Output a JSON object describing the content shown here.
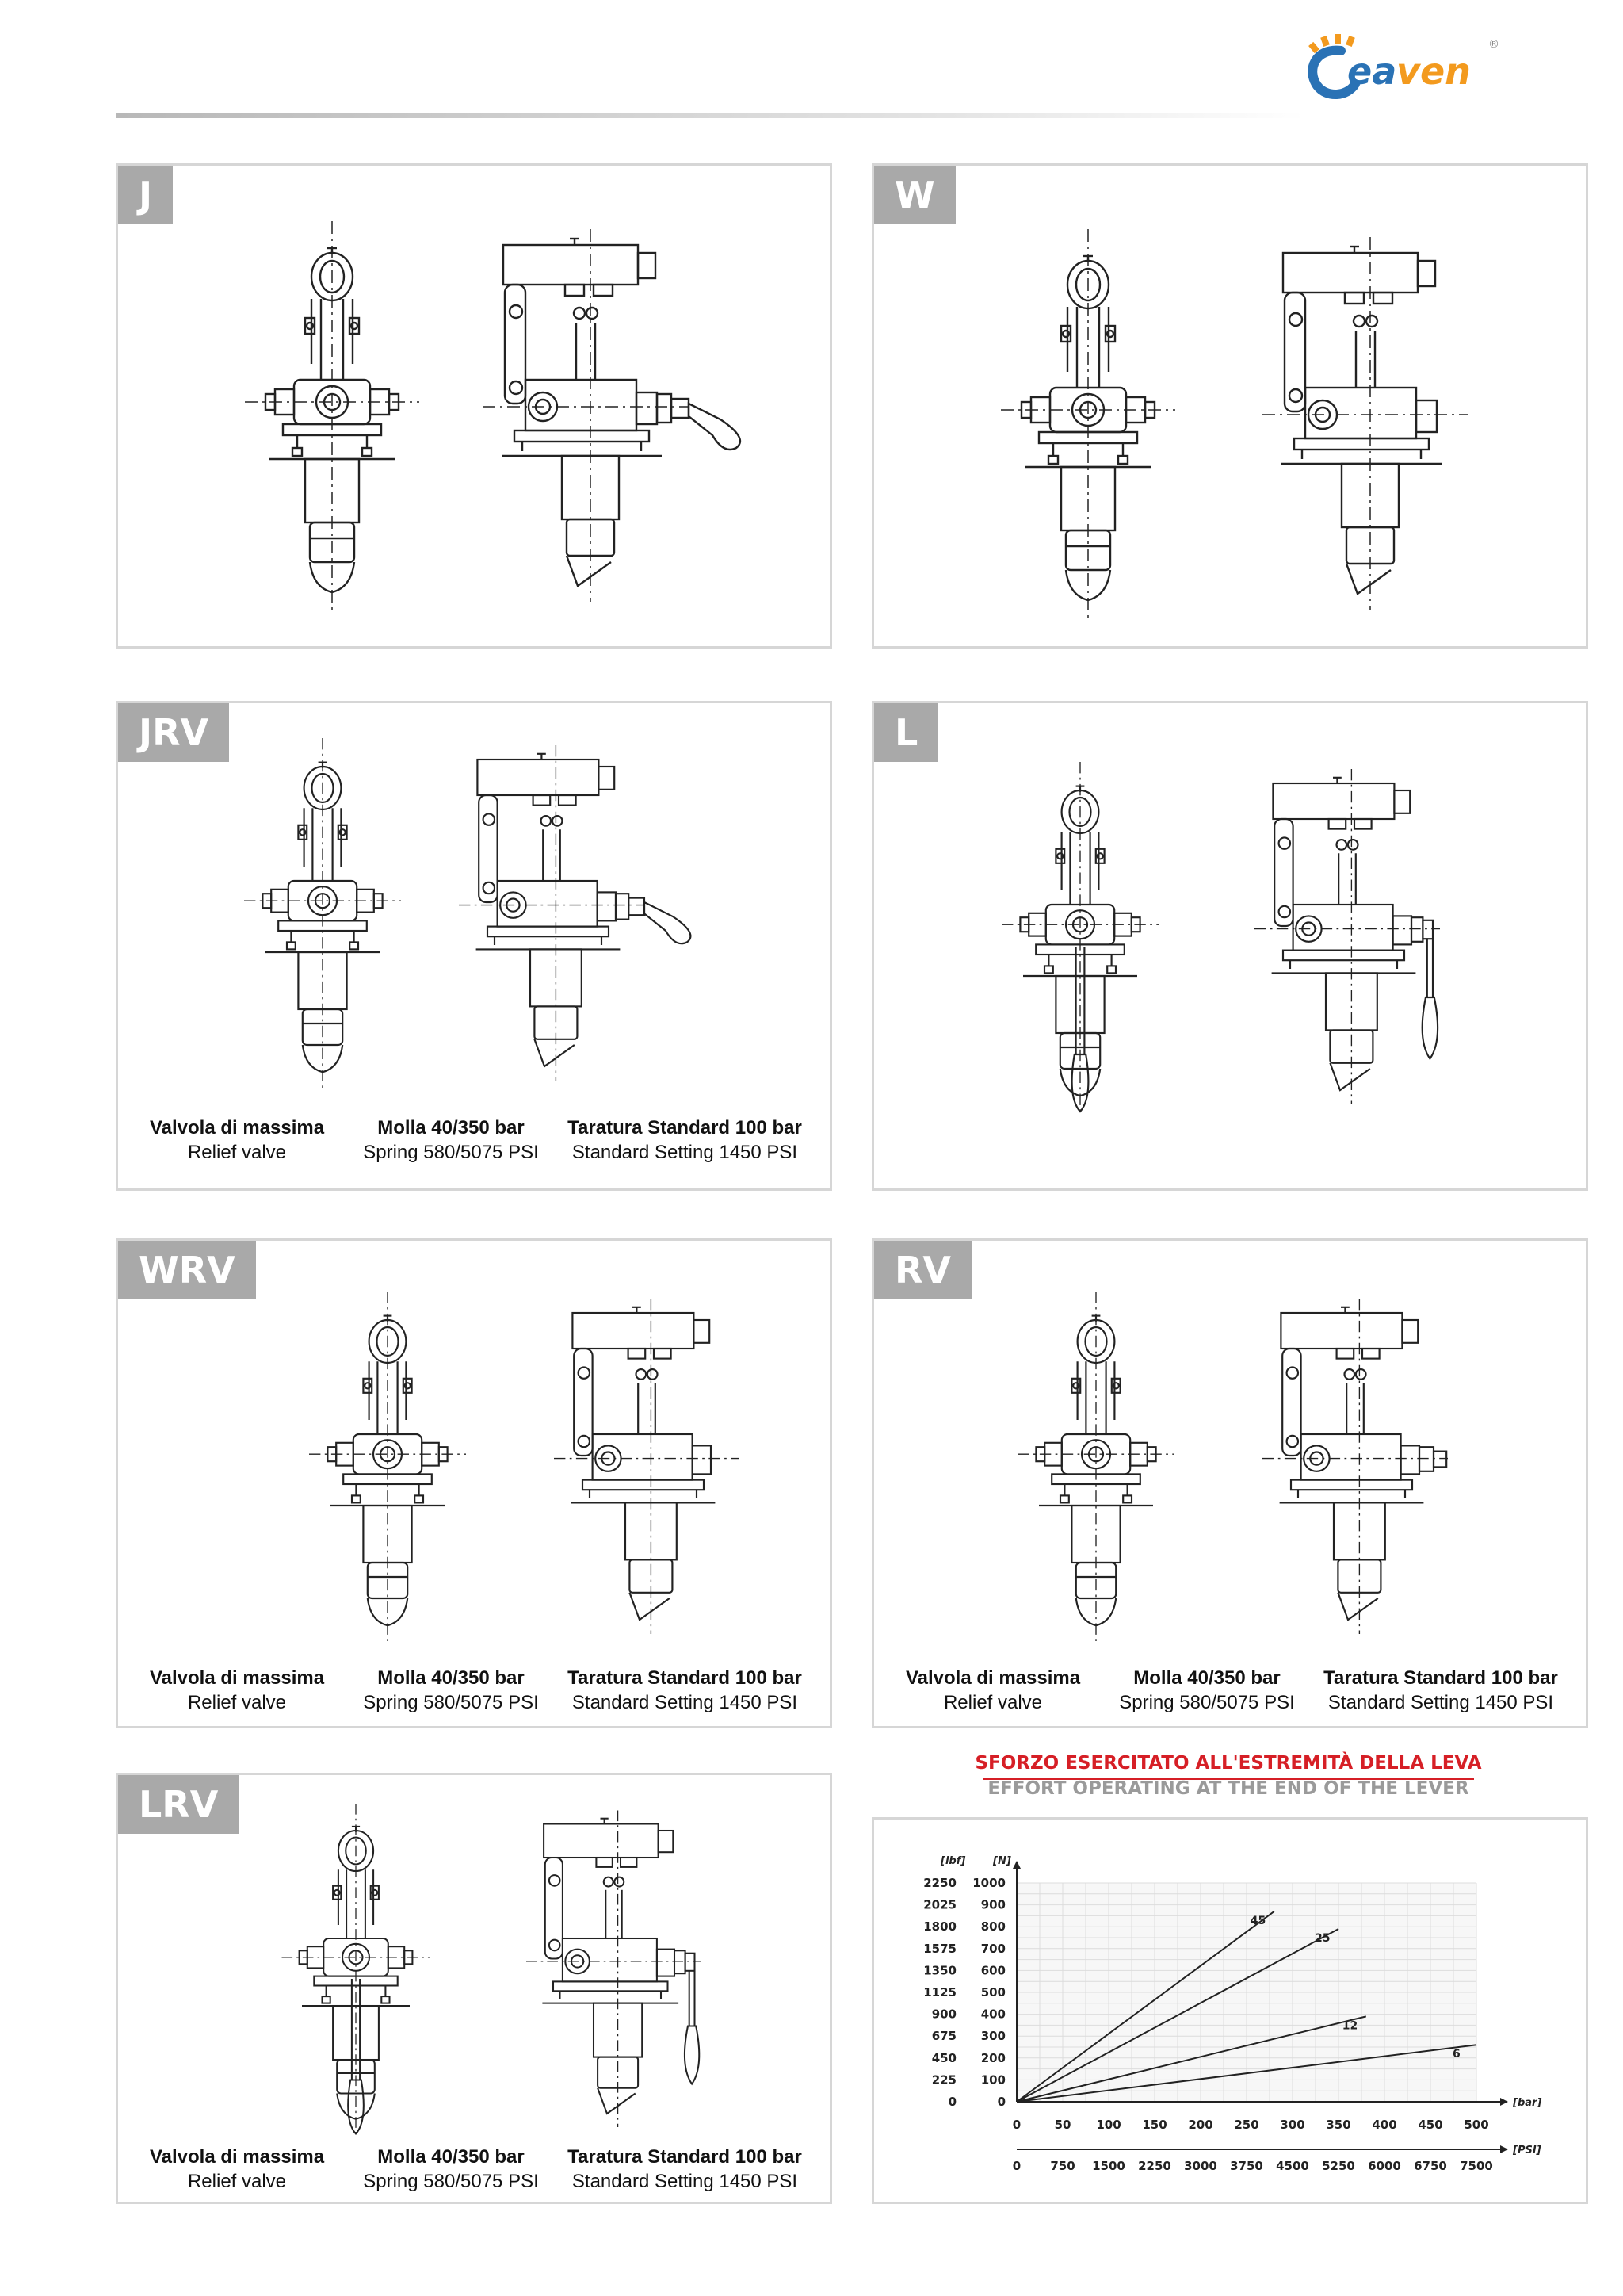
{
  "brand": {
    "name": "yeaven",
    "registered": "®",
    "colors": {
      "blue": "#2a72b5",
      "orange": "#f39a1e"
    }
  },
  "panels": [
    {
      "id": "J",
      "label": "J",
      "has_caption": false
    },
    {
      "id": "W",
      "label": "W",
      "has_caption": false
    },
    {
      "id": "JRV",
      "label": "JRV",
      "has_caption": true
    },
    {
      "id": "L",
      "label": "L",
      "has_caption": false
    },
    {
      "id": "WRV",
      "label": "WRV",
      "has_caption": true
    },
    {
      "id": "RV",
      "label": "RV",
      "has_caption": true
    },
    {
      "id": "LRV",
      "label": "LRV",
      "has_caption": true
    }
  ],
  "caption": {
    "col1": {
      "it": "Valvola di massima",
      "en": "Relief valve"
    },
    "col2": {
      "it": "Molla 40/350 bar",
      "en": "Spring 580/5075 PSI"
    },
    "col3": {
      "it": "Taratura Standard 100 bar",
      "en": "Standard Setting 1450 PSI"
    }
  },
  "chart_title": {
    "it": "SFORZO ESERCITATO ALL'ESTREMITÀ DELLA LEVA",
    "en": "EFFORT OPERATING AT THE END OF THE LEVER"
  },
  "chart_data": {
    "type": "line",
    "x_bar_label": "[bar]",
    "x_psi_label": "[PSI]",
    "y_lbf_label": "[lbf]",
    "y_n_label": "[N]",
    "x_bar_ticks": [
      "0",
      "50",
      "100",
      "150",
      "200",
      "250",
      "300",
      "350",
      "400",
      "450",
      "500"
    ],
    "x_psi_ticks": [
      "0",
      "750",
      "1500",
      "2250",
      "3000",
      "3750",
      "4500",
      "5250",
      "6000",
      "6750",
      "7500"
    ],
    "y_n_ticks": [
      "0",
      "100",
      "200",
      "300",
      "400",
      "500",
      "600",
      "700",
      "800",
      "900",
      "1000"
    ],
    "y_lbf_ticks": [
      "0",
      "225",
      "450",
      "675",
      "900",
      "1125",
      "1350",
      "1575",
      "1800",
      "2025",
      "2250"
    ],
    "xlim": [
      0,
      500
    ],
    "ylim": [
      0,
      1000
    ],
    "grid": true,
    "series": [
      {
        "name": "45",
        "points": [
          [
            0,
            0
          ],
          [
            280,
            870
          ]
        ]
      },
      {
        "name": "25",
        "points": [
          [
            0,
            0
          ],
          [
            350,
            790
          ]
        ]
      },
      {
        "name": "12",
        "points": [
          [
            0,
            0
          ],
          [
            380,
            390
          ]
        ]
      },
      {
        "name": "6",
        "points": [
          [
            0,
            0
          ],
          [
            500,
            260
          ]
        ]
      }
    ]
  }
}
